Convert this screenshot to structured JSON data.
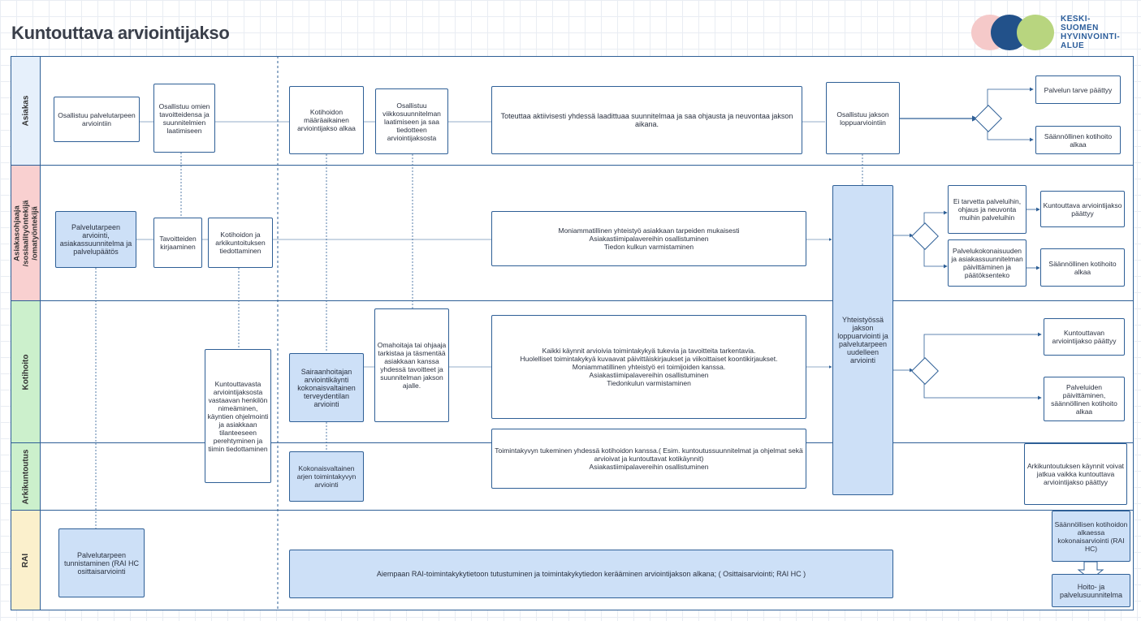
{
  "header": {
    "title": "Kuntouttava arviointijakso",
    "logo_text": "KESKI-\nSUOMEN\nHYVINVOINTI-\nALUE"
  },
  "lanes": {
    "asiakas": "Asiakas",
    "ohjaaja": "Asiakasohjaaja /sosiaalityöntekijä /omatyöntekijä",
    "kotihoito": "Kotihoito",
    "arkikuntoutus": "Arkikuntoutus",
    "rai": "RAI"
  },
  "boxes": {
    "a1": "Osallistuu palvelutarpeen arviointiin",
    "a2": "Osallistuu omien tavoitteidensa ja suunnitelmien laatimiseen",
    "a3": "Kotihoidon määräaikainen arviointijakso alkaa",
    "a4": "Osallistuu viikkosuunnitelman laatimiseen ja saa tiedotteen arviointijaksosta",
    "a5": "Toteuttaa aktiivisesti yhdessä laadittuaa suunnitelmaa ja saa ohjausta ja neuvontaa jakson aikana.",
    "a6": "Osallistuu jakson loppuarviointiin",
    "a7": "Palvelun tarve päättyy",
    "a8": "Säännöllinen kotihoito alkaa",
    "b1": "Palvelutarpeen arviointi, asiakassuunnitelma ja palvelupäätös",
    "b2": "Tavoitteiden kirjaaminen",
    "b3": "Kotihoidon ja arkikuntoituksen tiedottaminen",
    "b4": "Moniammatillinen yhteistyö asiakkaan tarpeiden mukaisesti\nAsiakastiimipalavereihin osallistuminen\nTiedon kulkun varmistaminen",
    "b5": "Yhteistyössä jakson loppuarviointi ja palvelutarpeen uudelleen arviointi",
    "b6": "Ei tarvetta palveluihin, ohjaus ja neuvonta muihin palveluihin",
    "b7": "Kuntouttava arviointijakso päättyy",
    "b8": "Palvelukokonaisuuden ja asiakassuunnitelman päivittäminen ja päätöksenteko",
    "b9": "Säännöllinen kotihoito alkaa",
    "k1": "Kuntouttavasta arviointijaksosta vastaavan henkilön nimeäminen, käyntien ohjelmointi ja asiakkaan tilanteeseen perehtyminen ja tiimin tiedottaminen",
    "k2": "Sairaanhoitajan arviointikäynti kokonaisvaltainen terveydentilan arviointi",
    "k3": "Omahoitaja tai ohjaaja tarkistaa ja täsmentää asiakkaan kanssa yhdessä tavoitteet ja suunnitelman jakson ajalle.",
    "k4": "Kaikki käynnit arvioivia toimintakykyä tukevia ja tavoitteita tarkentavia.\nHuolelliset toimintakykyä kuvaavat päivittäiskirjaukset ja viikoittaiset koontikirjaukset.\nMoniammatillinen yhteistyö eri toimijoiden kanssa.\nAsiakastiimipalavereihin osallistuminen\nTiedonkulun varmistaminen",
    "k5": "Kuntouttavan arviointijakso päättyy",
    "k6": "Palveluiden päivittäminen, säännöllinen kotihoito alkaa",
    "r1": "Kokonaisvaltainen arjen toimintakyvyn arviointi",
    "r2": "Toimintakyvyn tukeminen yhdessä kotihoidon kanssa.( Esim. kuntoutussuunnitelmat ja ohjelmat sekä arvioivat ja kuntouttavat kotikäynnit)\nAsiakastiimipalavereihin osallistuminen",
    "r3": "Arkikuntoutuksen käynnit voivat jatkua vaikka kuntouttava arviointijakso päättyy",
    "rai1": "Palvelutarpeen tunnistaminen (RAI HC osittaisarviointi",
    "rai2": "Aiempaan RAI-toimintakykytietoon tutustuminen ja toimintakykytiedon kerääminen arviointijakson alkana; ( Osittaisarviointi; RAI HC )",
    "rai3": "Säännöllisen kotihoidon alkaessa kokonaisarviointi (RAI HC)",
    "rai4": "Hoito- ja palvelusuunnitelma"
  },
  "colors": {
    "border": "#2e5f96",
    "box_blue": "#cde0f7",
    "lane_asiakas": "#e6f0fb",
    "lane_ohjaaja": "#f9d0d0",
    "lane_kotihoito": "#ccf0cc",
    "lane_rai": "#fbf0cc"
  }
}
